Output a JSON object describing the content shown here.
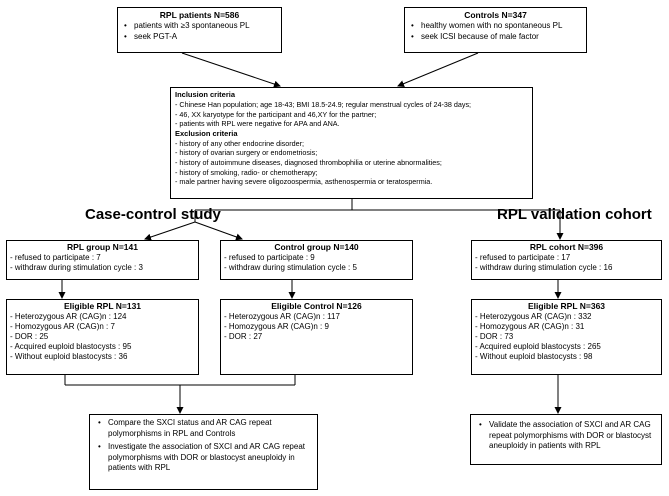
{
  "rpl_patients": {
    "title": "RPL patients N=586",
    "bullets": [
      "patients with ≥3 spontaneous PL",
      "seek PGT-A"
    ]
  },
  "controls": {
    "title": "Controls  N=347",
    "bullets": [
      "healthy women with no spontaneous PL",
      "seek ICSI because of male factor"
    ]
  },
  "criteria": {
    "inclusion_title": "Inclusion criteria",
    "inclusion": [
      "- Chinese Han population; age 18-43; BMI 18.5-24.9; regular menstrual cycles of 24-38 days;",
      "- 46, XX karyotype for the participant and 46,XY for the partner;",
      "- patients with RPL were negative for APA and ANA."
    ],
    "exclusion_title": "Exclusion criteria",
    "exclusion": [
      "- history of any other endocrine disorder;",
      "- history of ovarian surgery or endometriosis;",
      "- history of autoimmune diseases, diagnosed thrombophilia or uterine abnormalities;",
      "- history of smoking, radio- or chemotherapy;",
      "- male partner having severe oligozoospermia, asthenospermia or teratospermia."
    ]
  },
  "headings": {
    "case_control": "Case-control study",
    "validation": "RPL validation cohort"
  },
  "rpl_group": {
    "title": "RPL group N=141",
    "lines": [
      "- refused to participate : 7",
      "- withdraw during stimulation cycle : 3"
    ]
  },
  "control_group": {
    "title": "Control group N=140",
    "lines": [
      "- refused to participate : 9",
      "- withdraw during stimulation cycle : 5"
    ]
  },
  "rpl_cohort": {
    "title": "RPL cohort N=396",
    "lines": [
      "- refused to participate : 17",
      "- withdraw during stimulation cycle : 16"
    ]
  },
  "eligible_rpl": {
    "title": "Eligible RPL N=131",
    "lines": [
      "- Heterozygous AR (CAG)n  : 124",
      "- Homozygous  AR (CAG)n : 7",
      "- DOR : 25",
      "- Acquired euploid blastocysts : 95",
      "- Without euploid blastocysts : 36"
    ]
  },
  "eligible_control": {
    "title": "Eligible Control  N=126",
    "lines": [
      "- Heterozygous AR (CAG)n : 117",
      "- Homozygous  AR (CAG)n : 9",
      "- DOR : 27"
    ]
  },
  "eligible_rpl_cohort": {
    "title": "Eligible RPL N=363",
    "lines": [
      "- Heterozygous AR (CAG)n : 332",
      "- Homozygous  AR (CAG)n : 31",
      "- DOR : 73",
      "- Acquired euploid blastocysts : 265",
      "- Without euploid blastocysts : 98"
    ]
  },
  "outcome_case_control": {
    "bullets": [
      "Compare the SXCI status and AR CAG repeat polymorphisms in RPL and Controls",
      "Investigate the association of SXCI and AR CAG repeat polymorphisms with DOR or blastocyst aneuploidy in patients with RPL"
    ]
  },
  "outcome_validation": {
    "bullets": [
      "Validate the association of SXCI and AR CAG repeat polymorphisms with DOR or blastocyst aneuploidy in patients with RPL"
    ]
  }
}
